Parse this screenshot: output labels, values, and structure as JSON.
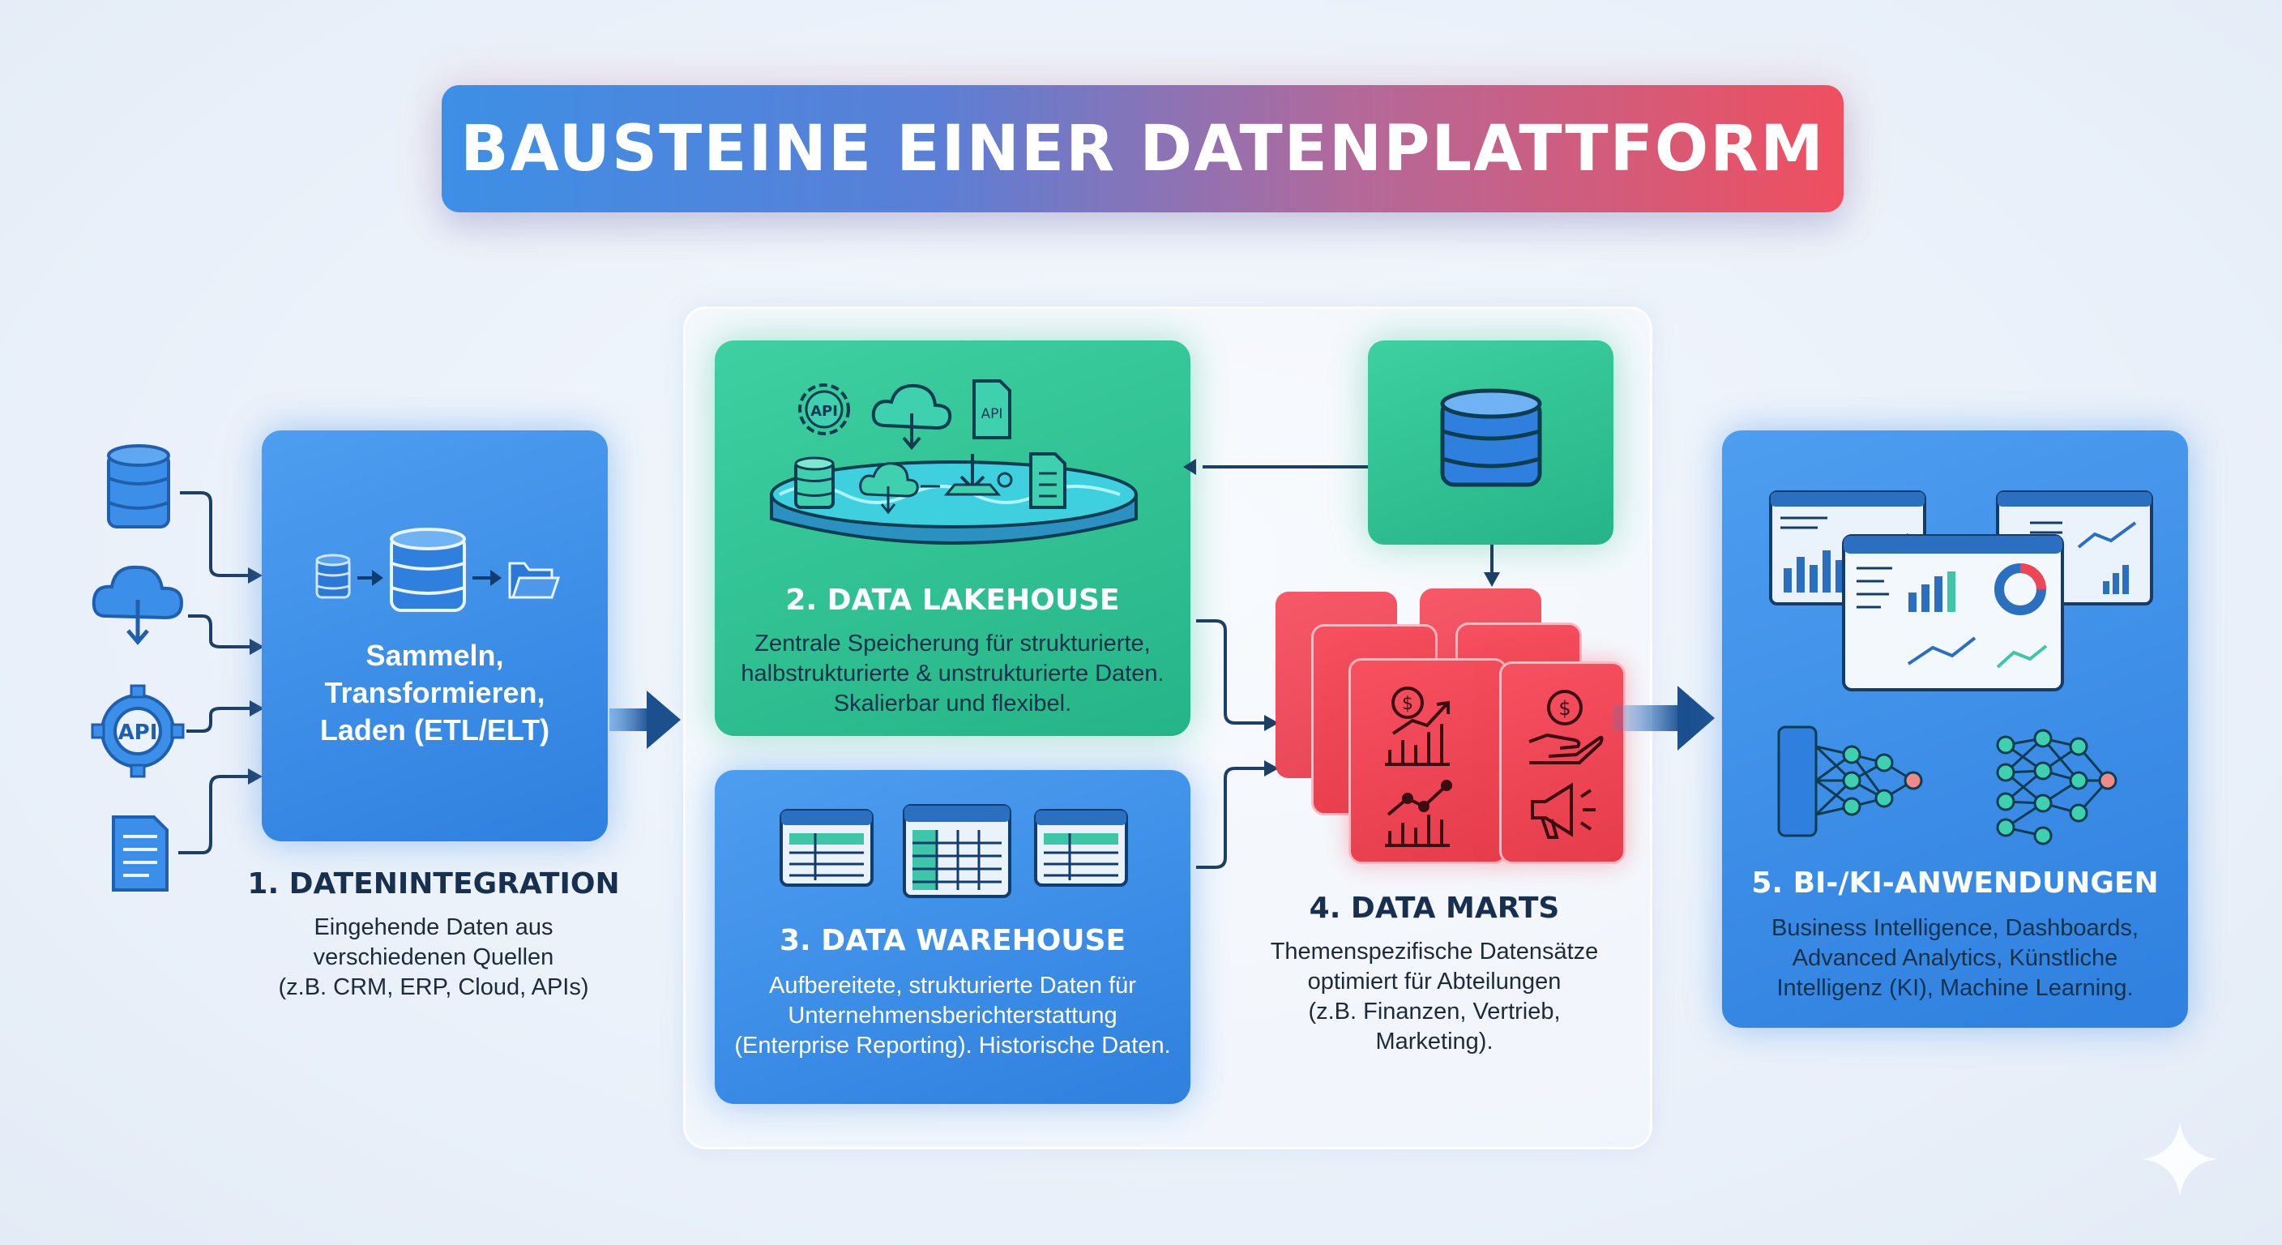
{
  "title": "BAUSTEINE EINER DATENPLATTFORM",
  "sections": {
    "integration": {
      "card_lines": [
        "Sammeln,",
        "Transformieren,",
        "Laden (ETL/ELT)"
      ],
      "heading": "1. DATENINTEGRATION",
      "description": [
        "Eingehende Daten aus",
        "verschiedenen Quellen",
        "(z.B. CRM, ERP, Cloud, APIs)"
      ]
    },
    "lakehouse": {
      "heading": "2. DATA LAKEHOUSE",
      "description": [
        "Zentrale Speicherung für strukturierte,",
        "halbstrukturierte & unstrukturierte Daten.",
        "Skalierbar und flexibel."
      ]
    },
    "warehouse": {
      "heading": "3. DATA WAREHOUSE",
      "description": [
        "Aufbereitete, strukturierte Daten für",
        "Unternehmensberichterstattung",
        "(Enterprise Reporting). Historische Daten."
      ]
    },
    "marts": {
      "heading": "4. DATA MARTS",
      "description": [
        "Themenspezifische Datensätze",
        "optimiert für Abteilungen",
        "(z.B. Finanzen, Vertrieb,",
        "Marketing)."
      ]
    },
    "bi": {
      "heading": "5. BI-/KI-ANWENDUNGEN",
      "description": [
        "Business Intelligence, Dashboards,",
        "Advanced Analytics, Künstliche",
        "Intelligenz (KI), Machine Learning."
      ]
    }
  },
  "icon_labels": {
    "api": "API",
    "api_doc": "API"
  },
  "colors": {
    "blue": "#3b8fe8",
    "green": "#2fc394",
    "red": "#ef4656",
    "navy": "#17304f"
  }
}
